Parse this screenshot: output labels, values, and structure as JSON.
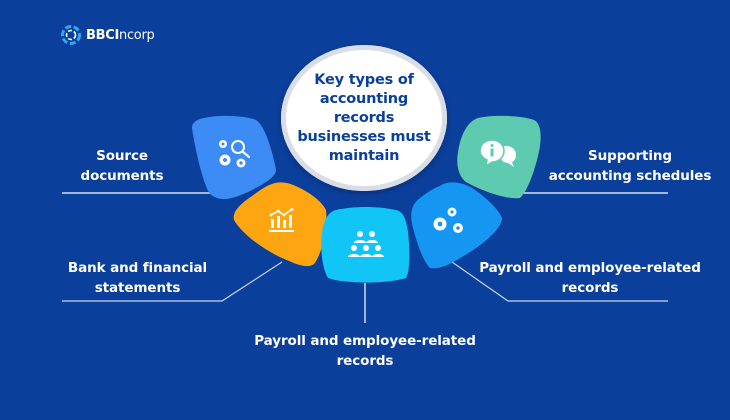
{
  "brand": {
    "logo_bold": "BBCI",
    "logo_light": "ncorp"
  },
  "center": {
    "title": "Key types of\naccounting\nrecords\nbusinesses must\nmaintain"
  },
  "items": [
    {
      "label": "Source\ndocuments",
      "icon": "gears-search-icon",
      "color": "#3d8bf5"
    },
    {
      "label": "Bank and financial\nstatements",
      "icon": "bar-chart-trend-icon",
      "color": "#fea512"
    },
    {
      "label": "Payroll and employee-related\nrecords",
      "icon": "people-group-icon",
      "color": "#12c5f7"
    },
    {
      "label": "Payroll and employee-related\nrecords",
      "icon": "gears-icon",
      "color": "#1696f3"
    },
    {
      "label": "Supporting\naccounting schedules",
      "icon": "info-chat-icon",
      "color": "#5ecbb0"
    }
  ],
  "colors": {
    "background": "#0b3f9c",
    "center_text": "#0b3f9c",
    "connector_line": "#ffffff"
  }
}
